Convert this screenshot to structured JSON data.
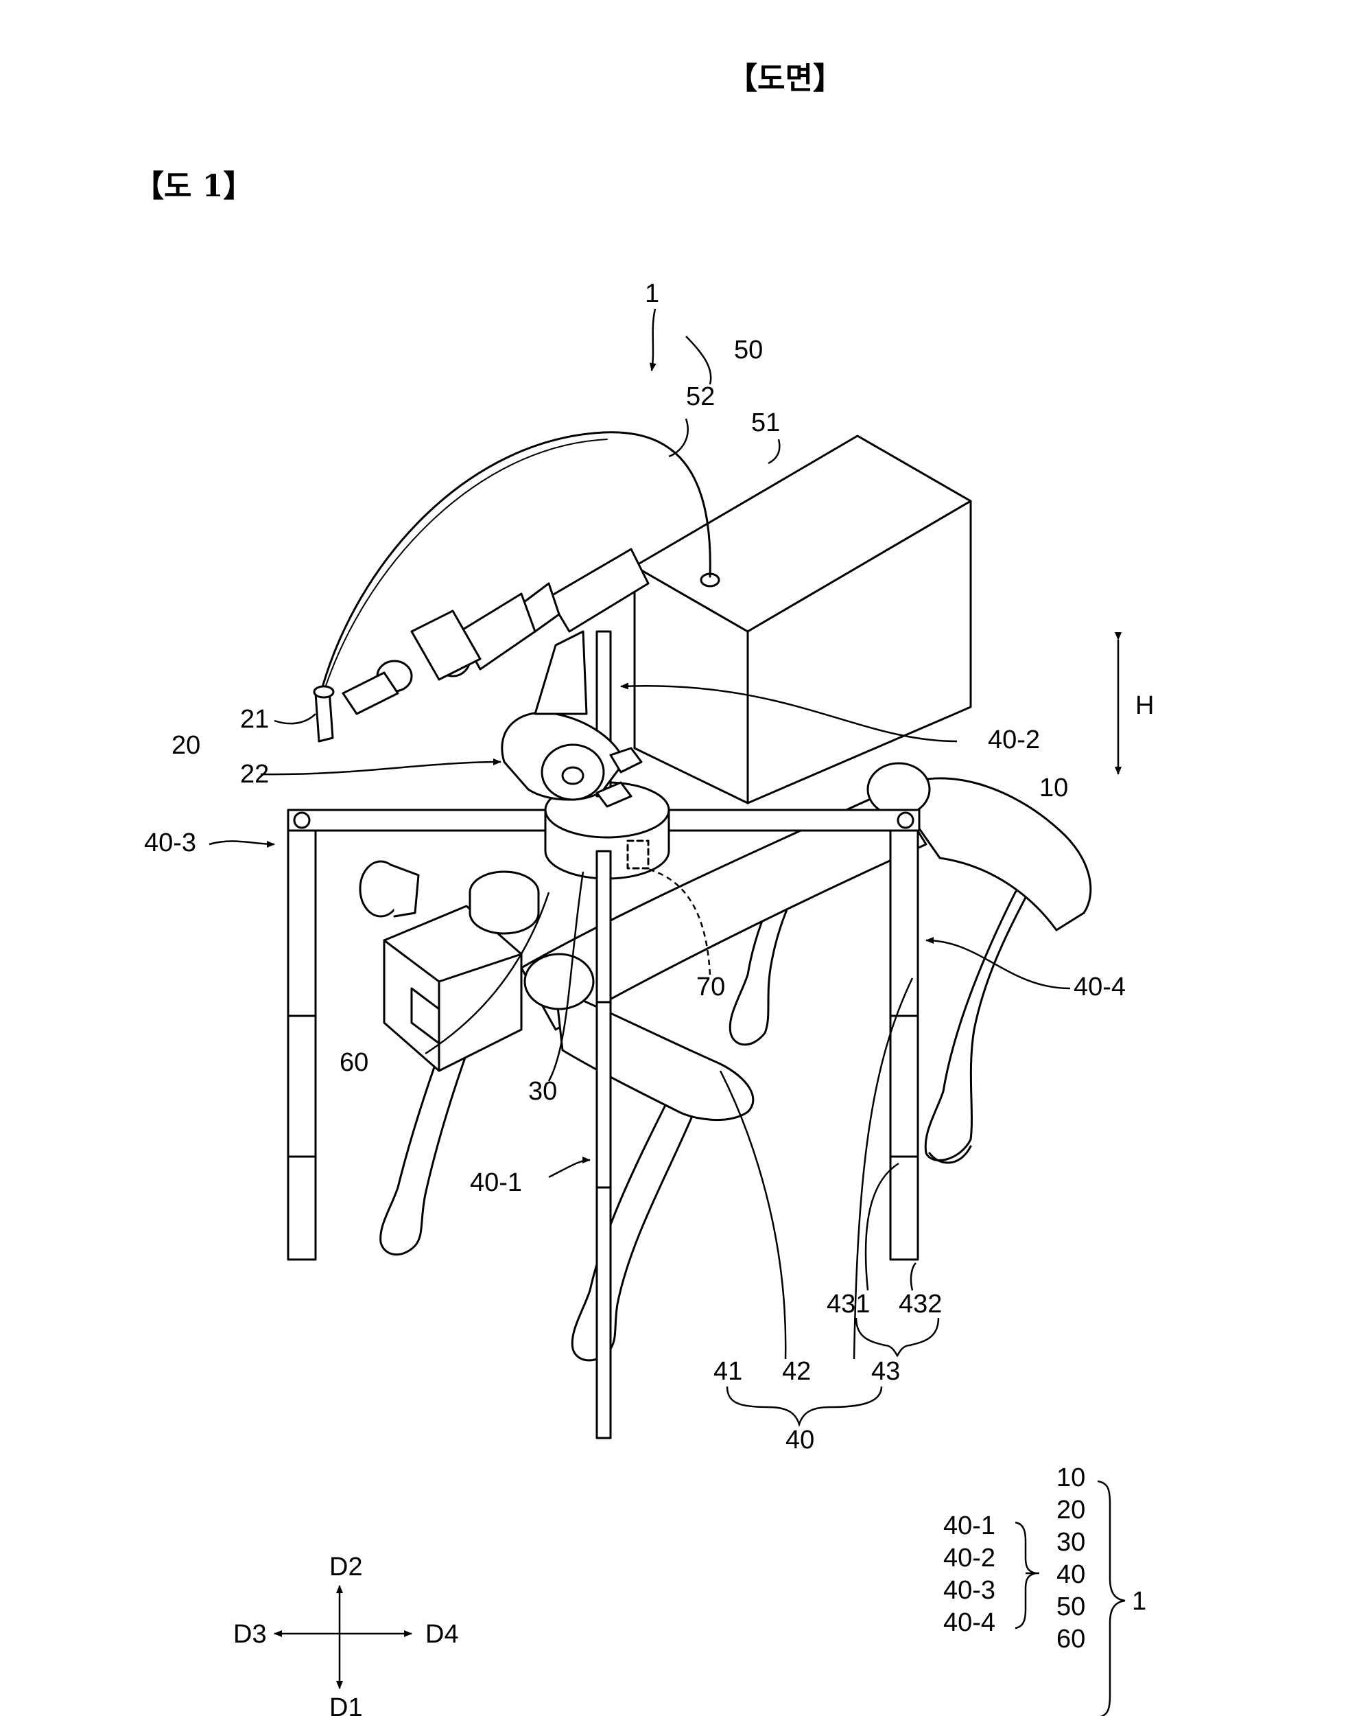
{
  "header": {
    "section_title": "【도면】",
    "figure_title": "【도 1】"
  },
  "labels": {
    "robot": "1",
    "l50": "50",
    "l52": "52",
    "l51": "51",
    "l21": "21",
    "l20": "20",
    "l22": "22",
    "l40_2": "40-2",
    "l10": "10",
    "l40_3": "40-3",
    "H": "H",
    "l40_4": "40-4",
    "l70": "70",
    "l60": "60",
    "l30": "30",
    "l40_1": "40-1",
    "l431": "431",
    "l432": "432",
    "l41": "41",
    "l42": "42",
    "l43": "43",
    "l40": "40"
  },
  "directions": {
    "up": "D2",
    "down": "D1",
    "left": "D3",
    "right": "D4"
  },
  "legend": {
    "main": [
      "10",
      "20",
      "30",
      "40",
      "50",
      "60"
    ],
    "sub": [
      "40-1",
      "40-2",
      "40-3",
      "40-4"
    ],
    "total": "1"
  }
}
